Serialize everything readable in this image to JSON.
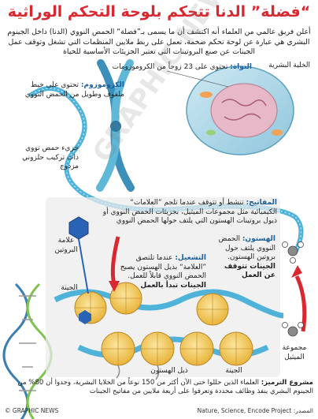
{
  "title": "“فضلة” الدنا تتحكم بلوحة التحكم الوراثية",
  "intro": "أعلن فريق عالمي من العلماء أنه اكتشف أن ما يسمى بـ”فضلة“ الحمض النووي (الدنا) داخل الجينوم البشري هي عبارة عن لوحة تحكم ضخمة، تعمل على ربط ملايين المنظمات التي تشغل وتوقف عمل الجينات عن صنع البروتينات التي تعتبر الجزيئات الأساسية للحياة",
  "labels": {
    "cell": "الخلية البشرية",
    "nucleus_head": "النواة:",
    "nucleus_text": "تحتوي على 23 زوجاً من الكروموزومات",
    "chromosome_head": "الكروموزوم:",
    "chromosome_text": "تحتوي على خيط ملفوف وطويل من الحمض النووي",
    "dna_molecule": "جزيء حمض نووي ذات تركيب حلزوني مزدوج",
    "switches_head": "المفاتيح:",
    "switches_text": "تنشط أو تتوقف عندما تلجم ”العلامات“ الكيميائية مثل مجموعات الميثيل، بجزيئات الحمض النووي أو ذيول بروتينات الهستون التي يلتف حولها الحمض النووي",
    "histone_head": "الهستون:",
    "histone_text": "الحمض النووي يلتف حول بروتين الهستون.",
    "genes_off": "الجينات تتوقف عن العمل",
    "on_head": "التشغيل:",
    "on_text": "عندما تلتصق ”العلامة“ بذيل الهستون يصبح الحمض النووي قابلاً للعمل.",
    "genes_on": "الجينات تبدأ بالعمل",
    "protein_tag": "علامة البروتين",
    "gene": "الجينة",
    "histone_tail": "ذيل الهستون",
    "gene_bottom": "الجينة",
    "methyl": "مجموعة الميثيل"
  },
  "footer": {
    "head": "مشروع الترميز:",
    "text": "العلماء الذين حللوا حتى الآن أكثر من 150 نوعاً من الخلايا البشرية، وجدوا أن 80% من الجينوم البشري ينفذ وظائف محددة وتعرفوا على أربعة ملايين من مفاتيح الجينات"
  },
  "credit": "© GRAPHIC NEWS",
  "source": "المصدر: Nature, Science, Encode Project",
  "watermark": "GRAPHIC NEWS",
  "colors": {
    "title": "#d9282f",
    "dna_blue": "#4fb3d9",
    "histone_yellow": "#f2c641",
    "tag_blue": "#2a63b6",
    "red_arrow": "#d9282f"
  }
}
